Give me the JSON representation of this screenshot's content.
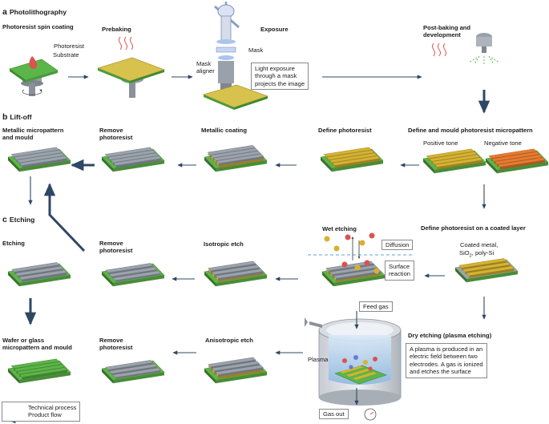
{
  "sections": {
    "a": {
      "letter": "a",
      "title": "Photolithography"
    },
    "b": {
      "letter": "b",
      "title": "Lift-off"
    },
    "c": {
      "letter": "c",
      "title": "Etching"
    }
  },
  "steps": {
    "spin_coating": "Photoresist spin coating",
    "prebaking": "Prebaking",
    "exposure": "Exposure",
    "post_baking_l1": "Post-baking and",
    "post_baking_l2": "development",
    "define_mould": "Define and mould photoresist micropattern",
    "define_photoresist": "Define photoresist",
    "metallic_coating": "Metallic coating",
    "remove_l1": "Remove",
    "remove_l2": "photoresist",
    "metallic_micro_l1": "Metallic micropattern",
    "metallic_micro_l2": "and mould",
    "define_coated": "Define photoresist on a coated layer",
    "wet_etching": "Wet etching",
    "isotropic_etch": "Isotropic etch",
    "etching": "Etching",
    "dry_etching": "Dry etching (plasma etching)",
    "anisotropic_etch": "Anisotropic etch",
    "wafer_l1": "Wafer or glass",
    "wafer_l2": "micropattern and mould"
  },
  "labels": {
    "photoresist": "Photoresist",
    "substrate": "Substrate",
    "mask": "Mask",
    "mask_aligner_l1": "Mask",
    "mask_aligner_l2": "aligner",
    "positive_tone": "Positive tone",
    "negative_tone": "Negative tone",
    "coated_l1": "Coated metal,",
    "coated_l2a": "SiO",
    "coated_l2b": "2",
    "coated_l2c": ", poly-Si",
    "diffusion": "Diffusion",
    "surface_l1": "Surface",
    "surface_l2": "reaction",
    "feed_gas": "Feed gas",
    "plasma": "Plasma",
    "gas_out": "Gas out"
  },
  "callouts": {
    "exposure_l1": "Light exposure",
    "exposure_l2": "through a mask",
    "exposure_l3": "projects the image",
    "plasma_l1": "A plasma is produced in an",
    "plasma_l2": "electric field between two",
    "plasma_l3": "electrodes. A gas is ionized",
    "plasma_l4": "and etches the surface"
  },
  "legend": {
    "technical": "Technical process",
    "product": "Product flow"
  },
  "colors": {
    "substrate_green": "#5cb548",
    "photoresist_yellow": "#d6b232",
    "negative_orange": "#e77b30",
    "metal_grey": "#9ba3ad",
    "arrow_navy": "#2f4766",
    "red_droplet": "#d9534f",
    "plasma_blue": "#9fc4e6"
  }
}
